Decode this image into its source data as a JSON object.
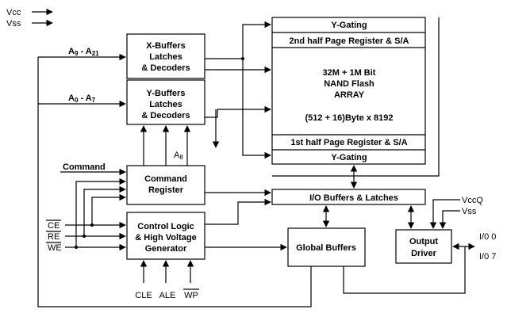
{
  "power": {
    "vcc": "Vcc",
    "vss": "Vss"
  },
  "inputs": {
    "a9_a21_main": "A",
    "a9_a21_sub1": "9",
    "a9_a21_sep": " - A",
    "a9_a21_sub2": "21",
    "a0_a7_main": "A",
    "a0_a7_sub1": "0",
    "a0_a7_sep": " - A",
    "a0_a7_sub2": "7",
    "command": "Command",
    "ce": "CE",
    "re": "RE",
    "we": "WE",
    "cle": "CLE",
    "ale": "ALE",
    "wp": "WP"
  },
  "blocks": {
    "x_buffers": [
      "X-Buffers",
      "Latches",
      "& Decoders"
    ],
    "y_buffers": [
      "Y-Buffers",
      "Latches",
      "& Decoders"
    ],
    "command_register": [
      "Command",
      "Register"
    ],
    "control_logic": [
      "Control Logic",
      "& High Voltage",
      "Generator"
    ],
    "y_gating_top": "Y-Gating",
    "page_reg_2nd": "2nd half Page Register & S/A",
    "array": [
      "32M + 1M Bit",
      "NAND Flash",
      "ARRAY"
    ],
    "array_org": "(512 + 16)Byte x 8192",
    "page_reg_1st": "1st half Page Register & S/A",
    "y_gating_bottom": "Y-Gating",
    "io_buffers": "I/O Buffers & Latches",
    "global_buffers": "Global Buffers",
    "output_driver": [
      "Output",
      "Driver"
    ]
  },
  "labels": {
    "a8_main": "A",
    "a8_sub": "8",
    "vccq": "VccQ",
    "vss2": "Vss",
    "io0": "I/0 0",
    "io7": "I/0 7"
  }
}
